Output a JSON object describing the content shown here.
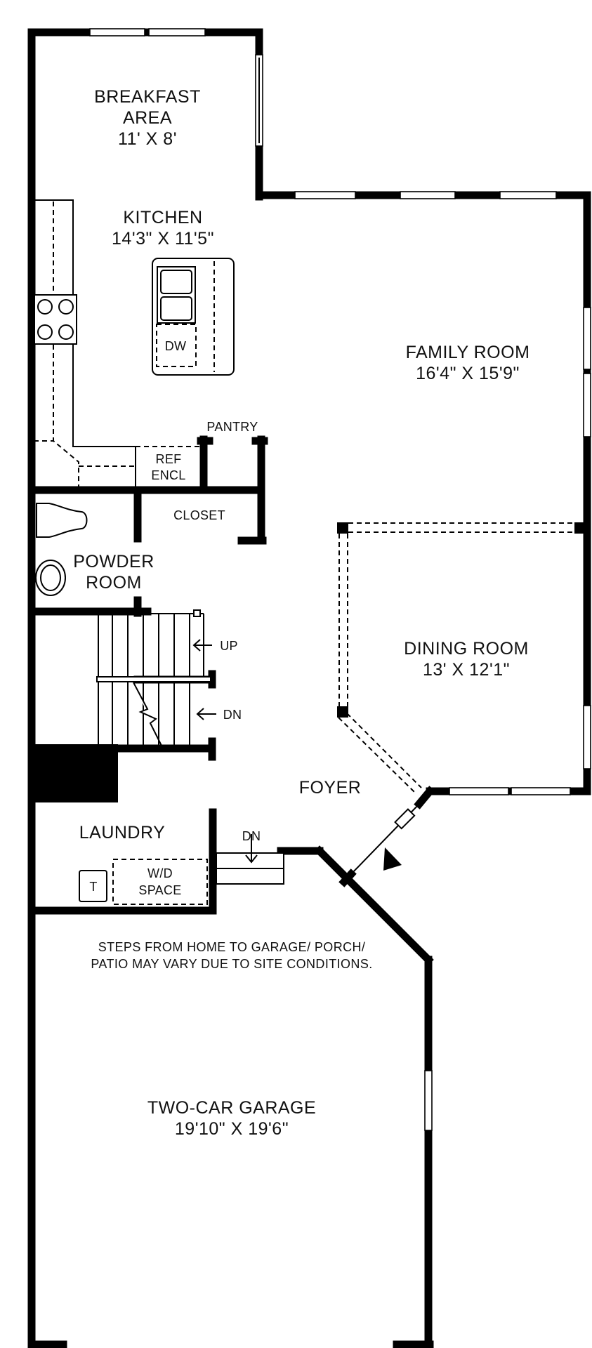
{
  "rooms": {
    "breakfast": {
      "name_line1": "BREAKFAST",
      "name_line2": "AREA",
      "size": "11' X 8'"
    },
    "kitchen": {
      "name": "KITCHEN",
      "size": "14'3\" X 11'5\""
    },
    "family": {
      "name": "FAMILY ROOM",
      "size": "16'4\" X 15'9\""
    },
    "dining": {
      "name": "DINING ROOM",
      "size": "13' X 12'1\""
    },
    "powder": {
      "name_line1": "POWDER",
      "name_line2": "ROOM"
    },
    "foyer": {
      "name": "FOYER"
    },
    "laundry": {
      "name": "LAUNDRY"
    },
    "garage": {
      "name": "TWO-CAR GARAGE",
      "size": "19'10\" X 19'6\""
    }
  },
  "labels": {
    "pantry": "PANTRY",
    "closet": "CLOSET",
    "ref_line1": "REF",
    "ref_line2": "ENCL",
    "dw": "DW",
    "up": "UP",
    "dn_stairs": "DN",
    "dn_steps": "DN",
    "wd_line1": "W/D",
    "wd_line2": "SPACE",
    "t": "T"
  },
  "note": {
    "line1": "STEPS FROM HOME TO GARAGE/ PORCH/",
    "line2": "PATIO MAY VARY DUE TO SITE CONDITIONS."
  }
}
